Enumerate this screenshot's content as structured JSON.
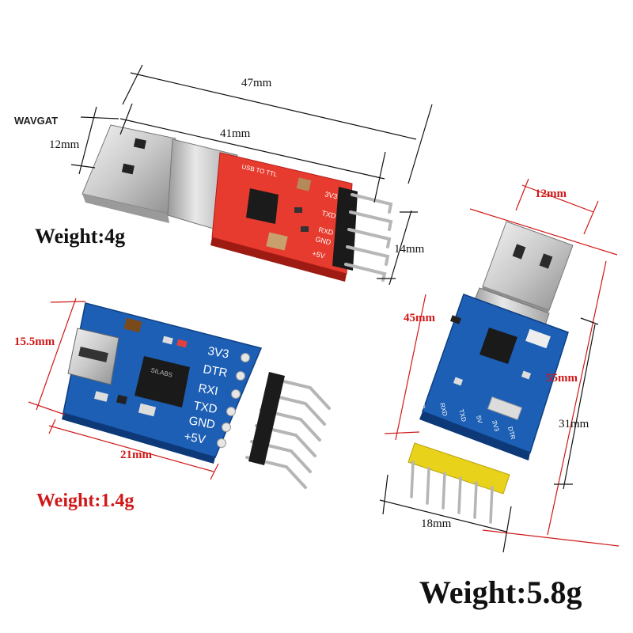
{
  "brand": "WAVGAT",
  "module_red": {
    "dim_length_total": "47mm",
    "dim_length_board": "41mm",
    "dim_width_usb": "12mm",
    "dim_height_pins": "14mm",
    "weight": "Weight:4g",
    "silk_title": "USB TO TTL",
    "pin_labels": [
      "3V3",
      "TXD",
      "RXD",
      "GND",
      "+5V"
    ]
  },
  "module_small": {
    "dim_height": "15.5mm",
    "dim_length": "21mm",
    "weight": "Weight:1.4g",
    "pin_labels": [
      "3V3",
      "DTR",
      "RXI",
      "TXD",
      "GND",
      "+5V"
    ],
    "chip_text": "SILABS"
  },
  "module_blue": {
    "dim_width_usb": "12mm",
    "dim_length_total": "45mm",
    "dim_length_alt": "55mm",
    "dim_length_board": "31mm",
    "dim_width_board": "18mm",
    "weight": "Weight:5.8g",
    "pin_labels": [
      "GND",
      "RXD",
      "TXD",
      "5V",
      "3V3",
      "DTR"
    ]
  }
}
